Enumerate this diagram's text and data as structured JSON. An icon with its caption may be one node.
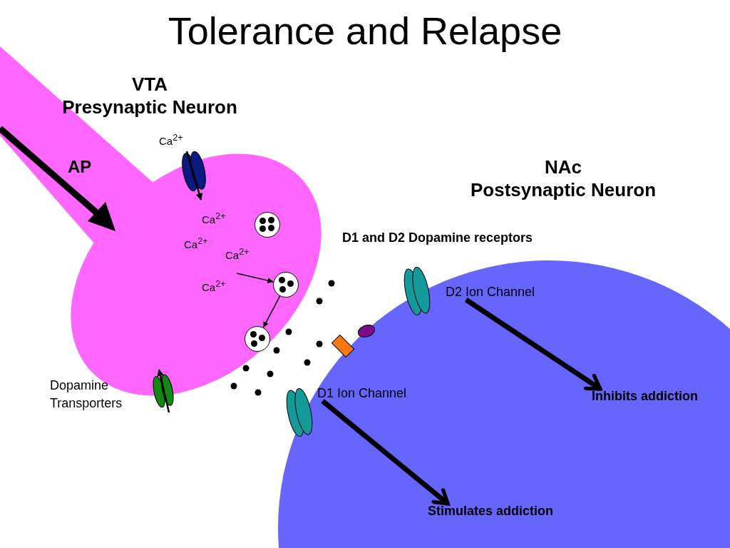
{
  "diagram": {
    "title": "Tolerance and Relapse",
    "nodes": [
      {
        "text": [
          "VTA Presynaptic Neuron"
        ]
      },
      {
        "text": [],
        "shape": "circle",
        "in": 0
      },
      {
        "text": [],
        "shape": "circle",
        "in": 0
      },
      {
        "text": [],
        "shape": "circle",
        "in": 0
      },
      {
        "text": [
          "NAc Postsynaptic Neuron"
        ]
      },
      {
        "text": [
          "D2 Ion Channel"
        ],
        "in": 4
      },
      {
        "text": [
          "Inhibits addiction"
        ],
        "in": 4
      },
      {
        "text": [
          "D1 Ion Channel"
        ],
        "in": 4
      },
      {
        "text": [
          "Stimulates addiction"
        ],
        "in": 4
      }
    ],
    "edges": [
      {
        "from": null,
        "to": 2,
        "arrow": "to"
      },
      {
        "from": 2,
        "to": 3,
        "arrow": "to"
      },
      {
        "from": 5,
        "to": 6,
        "arrow": "to",
        "style": "thick"
      },
      {
        "from": 7,
        "to": 8,
        "arrow": "to",
        "style": "thick"
      }
    ],
    "labels": [
      "AP",
      "Ca$^{2+}$",
      "Ca$^{2+}$",
      "Ca$^{2+}$",
      "Ca$^{2+}$",
      "Ca$^{2+}$",
      "D1 and D2 Dopamine receptors",
      "Dopamine Transporters"
    ]
  }
}
